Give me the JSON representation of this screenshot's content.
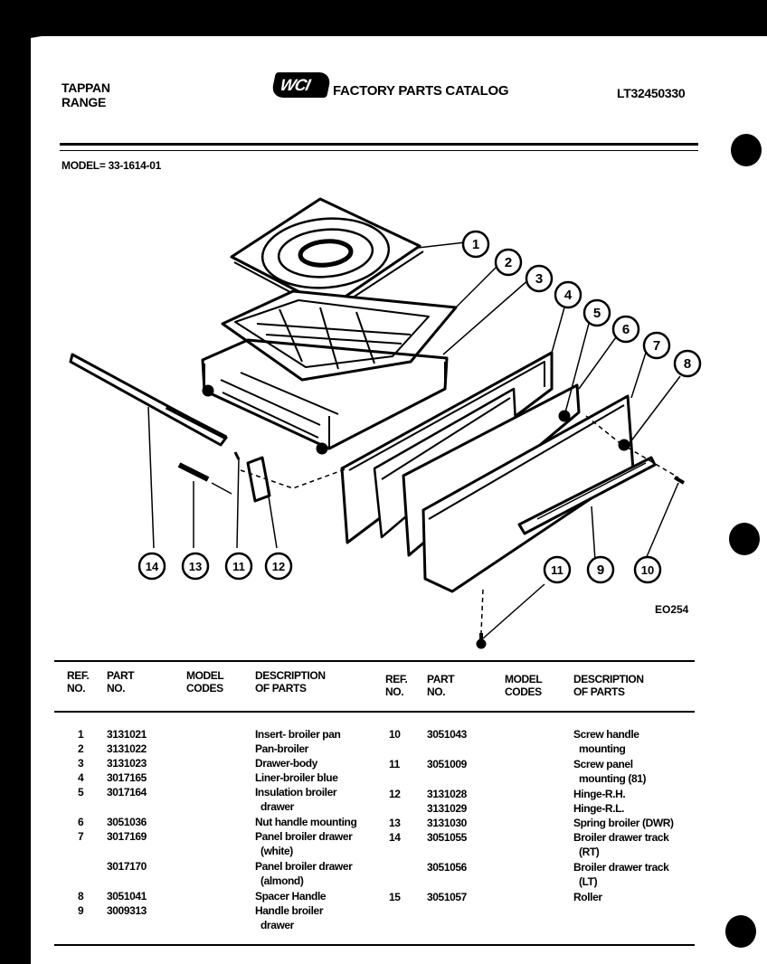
{
  "header": {
    "brand_line1": "TAPPAN",
    "brand_line2": "RANGE",
    "logo_text": "WCI",
    "catalog_title": "FACTORY PARTS CATALOG",
    "catalog_number": "LT32450330",
    "model_label": "MODEL= 33-1614-01"
  },
  "diagram": {
    "callouts": [
      "1",
      "2",
      "3",
      "4",
      "5",
      "6",
      "7",
      "8",
      "9",
      "10",
      "11",
      "11",
      "12",
      "13",
      "14"
    ],
    "figure_code": "EO254"
  },
  "table": {
    "headers": {
      "ref_no": [
        "REF.",
        "NO."
      ],
      "part_no": [
        "PART",
        "NO."
      ],
      "model_codes": [
        "MODEL",
        "CODES"
      ],
      "description": [
        "DESCRIPTION",
        "OF PARTS"
      ]
    },
    "left_rows": [
      {
        "ref": "1",
        "part": "3131021",
        "desc": [
          "Insert- broiler pan"
        ]
      },
      {
        "ref": "2",
        "part": "3131022",
        "desc": [
          "Pan-broiler"
        ]
      },
      {
        "ref": "3",
        "part": "3131023",
        "desc": [
          "Drawer-body"
        ]
      },
      {
        "ref": "4",
        "part": "3017165",
        "desc": [
          "Liner-broiler blue"
        ]
      },
      {
        "ref": "5",
        "part": "3017164",
        "desc": [
          "Insulation broiler",
          "drawer"
        ]
      },
      {
        "ref": "6",
        "part": "3051036",
        "desc": [
          "Nut handle mounting"
        ]
      },
      {
        "ref": "7",
        "part": "3017169",
        "desc": [
          "Panel broiler drawer",
          "(white)"
        ]
      },
      {
        "ref": "",
        "part": "3017170",
        "desc": [
          "Panel broiler drawer",
          "(almond)"
        ]
      },
      {
        "ref": "8",
        "part": "3051041",
        "desc": [
          "Spacer Handle"
        ]
      },
      {
        "ref": "9",
        "part": "3009313",
        "desc": [
          "Handle broiler",
          "drawer"
        ]
      }
    ],
    "right_rows": [
      {
        "ref": "10",
        "part": "3051043",
        "desc": [
          "Screw handle",
          "mounting"
        ]
      },
      {
        "ref": "11",
        "part": "3051009",
        "desc": [
          "Screw panel",
          "mounting (81)"
        ]
      },
      {
        "ref": "12",
        "part": "3131028",
        "desc": [
          "Hinge-R.H."
        ]
      },
      {
        "ref": "",
        "part": "3131029",
        "desc": [
          "Hinge-R.L."
        ]
      },
      {
        "ref": "13",
        "part": "3131030",
        "desc": [
          "Spring broiler (DWR)"
        ]
      },
      {
        "ref": "14",
        "part": "3051055",
        "desc": [
          "Broiler drawer track",
          "(RT)"
        ]
      },
      {
        "ref": "",
        "part": "3051056",
        "desc": [
          "Broiler drawer track",
          "(LT)"
        ]
      },
      {
        "ref": "15",
        "part": "3051057",
        "desc": [
          "Roller"
        ]
      }
    ]
  }
}
